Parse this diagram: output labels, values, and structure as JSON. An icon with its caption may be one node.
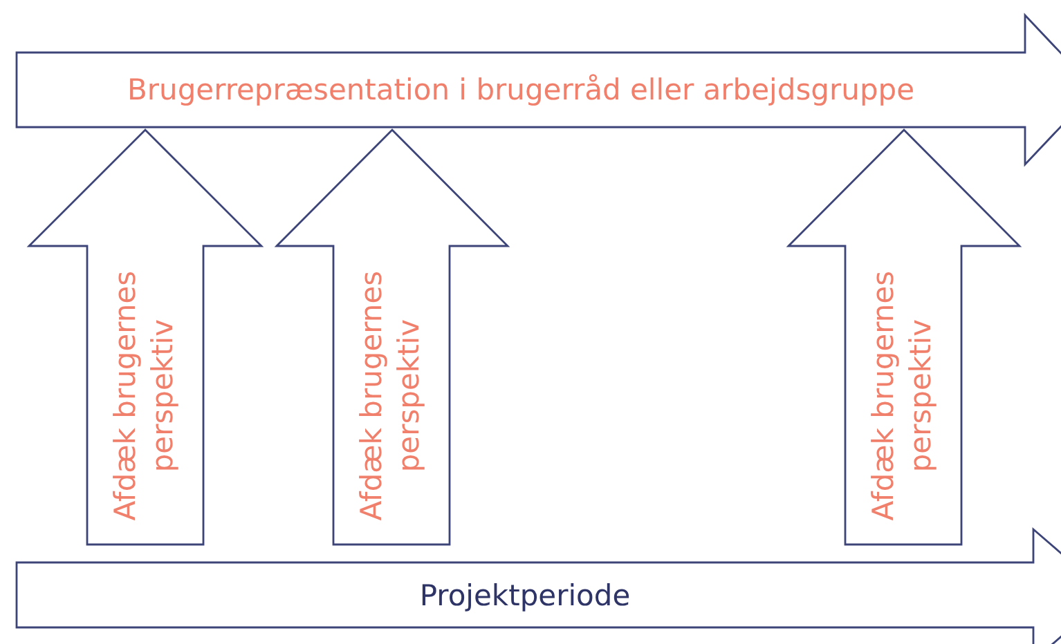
{
  "diagram": {
    "nodes": [
      {
        "text": [
          "Brugerrepræsentation i brugerråd eller arbejdsgruppe"
        ]
      },
      {
        "text": [
          "Afdæk brugernes perspektiv"
        ]
      },
      {
        "text": [
          "Afdæk brugernes perspektiv"
        ]
      },
      {
        "text": [
          "Afdæk brugernes perspektiv"
        ]
      },
      {
        "text": [
          "Projektperiode"
        ]
      }
    ]
  }
}
